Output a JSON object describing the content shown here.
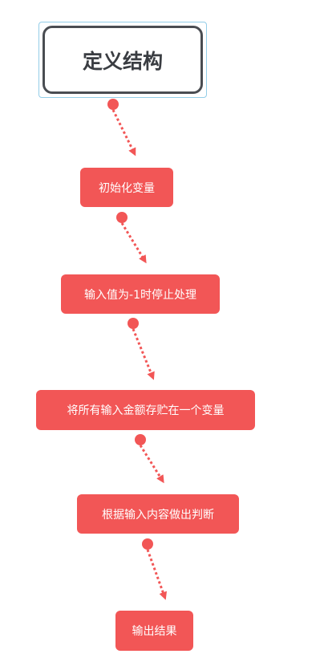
{
  "diagram": {
    "root_label": "定义结构",
    "steps": [
      {
        "label": "初始化变量"
      },
      {
        "label": "输入值为-1时停止处理"
      },
      {
        "label": "将所有输入金额存贮在一个变量"
      },
      {
        "label": "根据输入内容做出判断"
      },
      {
        "label": "输出结果"
      }
    ],
    "colors": {
      "node_fill": "#f25656",
      "node_text": "#ffffff",
      "root_border": "#4a4d52",
      "root_text": "#3a3d42",
      "selection_frame": "#93cde8",
      "connector": "#f25656"
    }
  }
}
